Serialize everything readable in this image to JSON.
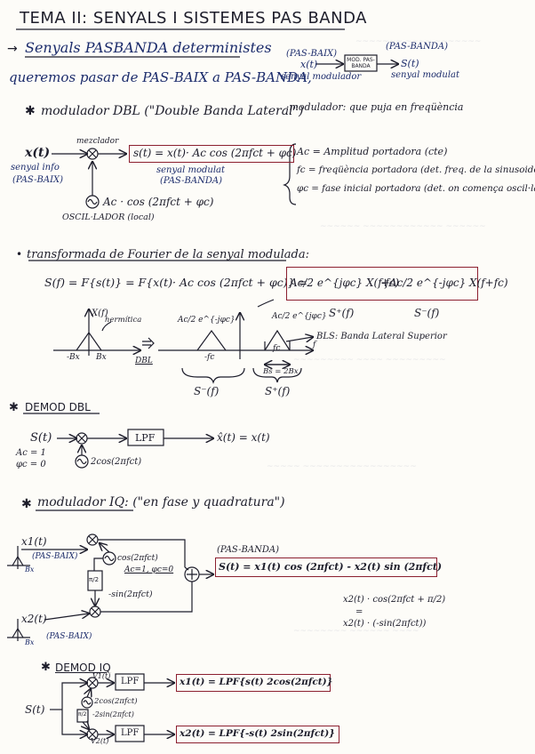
{
  "header": {
    "title": "TEMA II: SENYALS I SISTEMES PAS BANDA"
  },
  "section1": {
    "title": "Senyals PASBANDA deterministes",
    "intro": "queremos pasar de PAS-BAIX a PAS-BANDA,",
    "mini_input_tag": "(PAS-BAIX)",
    "mini_input": "x(t)",
    "mini_input_label": "senyal modulador",
    "mini_block": "MOD. PAS-BANDA",
    "mini_output_tag": "(PAS-BANDA)",
    "mini_output": "S(t)",
    "mini_output_label": "senyal modulat"
  },
  "dbl": {
    "heading": "modulador DBL (\"Double Banda Lateral\")",
    "side_note": "·modulador: que puja en freqüència",
    "input": "x(t)",
    "input_label_1": "senyal info",
    "input_label_2": "(PAS-BAIX)",
    "mixer_label": "mezclador",
    "output_formula": "s(t) = x(t)· Ac cos (2πfct + φc)",
    "output_label_1": "senyal modulat",
    "output_label_2": "(PAS-BANDA)",
    "osc_formula": "Ac · cos (2πfct + φc)",
    "osc_label": "OSCIL·LADOR (local)",
    "def_ac": "Ac = Amplitud portadora (cte)",
    "def_fc": "fc = freqüència portadora (det. freq. de la sinusoide)",
    "def_phic": "φc = fase inicial portadora (det. on comença oscil·lar)"
  },
  "fourier": {
    "heading": "transformada de Fourier de la senyal modulada:",
    "lhs": "S(f) = F{s(t)} = F{x(t)· Ac cos (2πfct + φc)} =",
    "term1": "Ac/2 e^{jφc} X(f-fc)",
    "plus": "+",
    "term2": "Ac/2 e^{-jφc} X(f+fc)",
    "term1_label": "S⁺(f)",
    "term2_label": "S⁻(f)",
    "x_axis_label": "X(f)",
    "hermit": "hermítica",
    "neg_bx": "-Bx",
    "bx": "Bx",
    "dbl_tag": "DBL",
    "left_peak": "Ac/2 e^{-jφc}",
    "right_peak": "Ac/2 e^{jφc}",
    "neg_fc": "-fc",
    "fc": "fc",
    "bs": "Bs = 2Bx",
    "bls": "BLS: Banda Lateral Superior",
    "s_minus": "S⁻(f)",
    "s_plus": "S⁺(f)",
    "f": "f"
  },
  "demod_dbl": {
    "heading": "DEMOD DBL",
    "input": "S(t)",
    "lpf": "LPF",
    "output": "x̂(t) = x(t)",
    "cond1": "Ac = 1",
    "cond2": "φc = 0",
    "osc": "2cos(2πfct)"
  },
  "iq": {
    "heading": "modulador IQ: (\"en fase y quadratura\")",
    "x1": "x1(t)",
    "x1_tag": "(PAS-BAIX)",
    "x2": "x2(t)",
    "x2_tag": "(PAS-BAIX)",
    "bx": "Bx",
    "osc": "cos(2πfct)",
    "cond": "Ac=1, φc=0",
    "phase_block": "π/2",
    "neg_sin": "-sin(2πfct)",
    "passband_tag": "(PAS-BANDA)",
    "output_formula": "S(t) = x1(t) cos (2πfct) - x2(t) sin (2πfct)",
    "note1": "x2(t) · cos(2πfct + π/2)",
    "note_eq": "=",
    "note2": "x2(t) · (-sin(2πfct))"
  },
  "demod_iq": {
    "heading": "DEMOD IQ",
    "input": "S(t)",
    "v1": "V1(t)",
    "v2": "V2(t)",
    "lpf1": "LPF",
    "lpf2": "LPF",
    "osc": "2cos(2πfct)",
    "phase_block": "π/2",
    "neg_sin": "-2sin(2πfct)",
    "out1": "x1(t) = LPF{s(t) 2cos(2πfct)}",
    "out2": "x2(t) = LPF{-s(t) 2sin(2πfct)}"
  }
}
